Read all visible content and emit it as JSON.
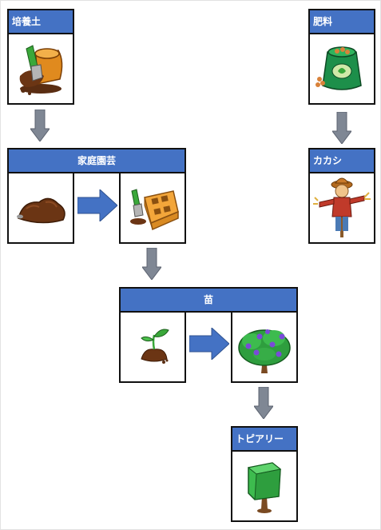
{
  "colors": {
    "header": "#4472c4",
    "arrow_gray": "#7f8794",
    "arrow_blue": "#4472c4",
    "border": "#111111"
  },
  "items": {
    "soil": {
      "label": "培養土",
      "icon": "soil-bag-with-trowel-icon"
    },
    "fertilizer": {
      "label": "肥料",
      "icon": "fertilizer-sack-icon"
    },
    "gardening": {
      "label": "家庭園芸",
      "input_icon": "dirt-pile-icon",
      "output_icon": "seed-tray-icon"
    },
    "scarecrow": {
      "label": "カカシ",
      "icon": "scarecrow-icon"
    },
    "seedling": {
      "label": "苗",
      "input_icon": "sprout-icon",
      "output_icon": "flowering-bush-icon"
    },
    "topiary": {
      "label": "トピアリー",
      "icon": "topiary-icon"
    }
  }
}
